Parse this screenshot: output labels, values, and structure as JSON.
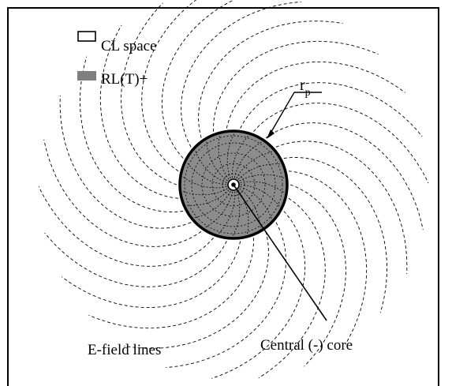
{
  "legend": {
    "items": [
      {
        "label": "CL space",
        "swatch": "#ffffff"
      },
      {
        "label": "RL(T)+",
        "swatch": "#7f7f7f"
      }
    ]
  },
  "labels": {
    "radius": "r",
    "radius_subscript": "p",
    "efield": "E-field lines",
    "core": "Central (-) core"
  },
  "colors": {
    "disk_fill": "#8c8c8c",
    "disk_stroke": "#000000",
    "line": "#000000",
    "frame": "#000000"
  }
}
